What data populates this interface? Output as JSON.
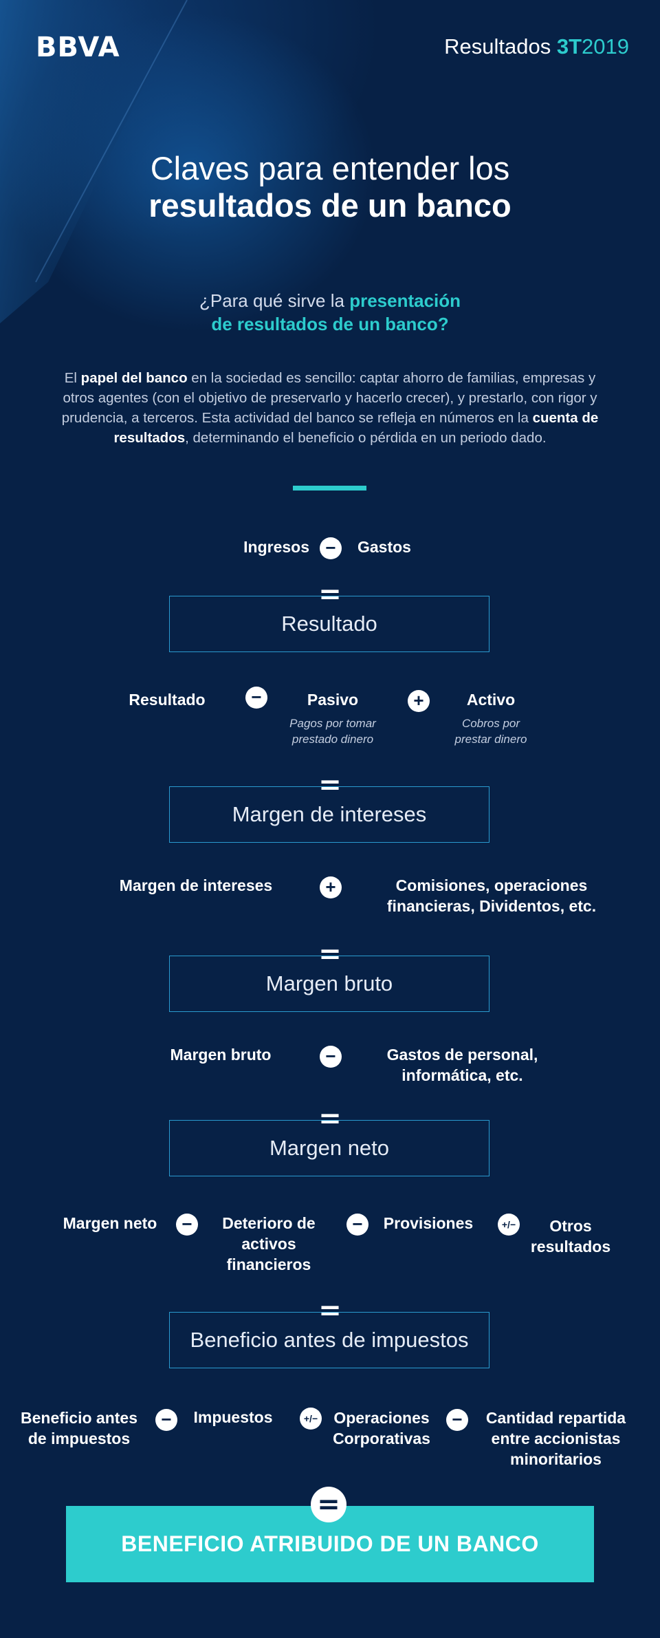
{
  "header": {
    "logo": "BBVA",
    "report_prefix": "Resultados ",
    "report_quarter": "3T",
    "report_year": "2019"
  },
  "title": {
    "line1": "Claves para entender los",
    "line2": "resultados de un banco"
  },
  "subtitle": {
    "part1": "¿Para qué sirve la ",
    "highlight1": "presentación",
    "highlight2": "de resultados de un banco?"
  },
  "intro": {
    "t1": "El ",
    "b1": "papel del banco",
    "t2": " en la sociedad es sencillo: captar ahorro de familias, empresas y otros agentes (con el objetivo de preservarlo y hacerlo crecer), y prestarlo, con rigor y prudencia, a terceros. Esta actividad del banco se refleja en números en la ",
    "b2": "cuenta de resultados",
    "t3": ", determinando el beneficio o pérdida en un periodo dado."
  },
  "operators": {
    "minus": "−",
    "plus": "+",
    "equals": "=",
    "plusminus": "+/−"
  },
  "step1": {
    "a": "Ingresos",
    "b": "Gastos",
    "result": "Resultado"
  },
  "step2": {
    "a": "Resultado",
    "b": "Pasivo",
    "b_note_1": "Pagos por tomar",
    "b_note_2": "prestado dinero",
    "c": "Activo",
    "c_note_1": "Cobros por",
    "c_note_2": "prestar dinero",
    "result": "Margen de intereses"
  },
  "step3": {
    "a": "Margen de intereses",
    "b1": "Comisiones, operaciones",
    "b2": "financieras, Dividentos, etc.",
    "result": "Margen bruto"
  },
  "step4": {
    "a": "Margen bruto",
    "b1": "Gastos de personal,",
    "b2": "informática, etc.",
    "result": "Margen neto"
  },
  "step5": {
    "a": "Margen neto",
    "b1": "Deterioro de",
    "b2": "activos",
    "b3": "financieros",
    "c": "Provisiones",
    "d1": "Otros",
    "d2": "resultados",
    "result": "Beneficio antes de impuestos"
  },
  "step6": {
    "a1": "Beneficio antes",
    "a2": "de impuestos",
    "b": "Impuestos",
    "c1": "Operaciones",
    "c2": "Corporativas",
    "d1": "Cantidad repartida",
    "d2": "entre accionistas",
    "d3": "minoritarios"
  },
  "final": {
    "label": "BENEFICIO ATRIBUIDO DE UN BANCO"
  },
  "colors": {
    "background": "#072146",
    "accent": "#2dcccd",
    "box_border": "#2a9bd0"
  }
}
